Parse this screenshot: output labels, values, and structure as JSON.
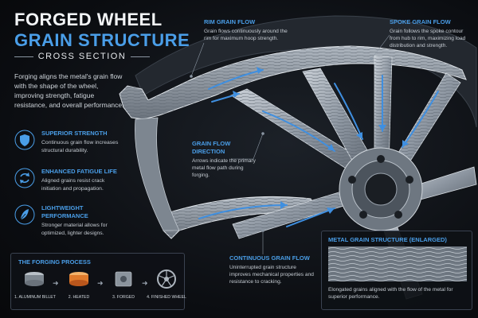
{
  "header": {
    "title_line1": "FORGED WHEEL",
    "title_line2": "GRAIN STRUCTURE",
    "subtitle": "CROSS SECTION"
  },
  "intro": "Forging aligns the metal's grain flow with the shape of the wheel, improving strength, fatigue resistance, and overall performance.",
  "benefits": [
    {
      "icon": "shield-icon",
      "title": "SUPERIOR STRENGTH",
      "desc": "Continuous grain flow increases structural durability."
    },
    {
      "icon": "cycle-arrows-icon",
      "title": "ENHANCED FATIGUE LIFE",
      "desc": "Aligned grains resist crack initiation and propagation."
    },
    {
      "icon": "feather-icon",
      "title": "LIGHTWEIGHT PERFORMANCE",
      "desc": "Stronger material allows for optimized, lighter designs."
    }
  ],
  "callouts": {
    "rim": {
      "title": "RIM GRAIN FLOW",
      "desc": "Grain flows continuously around the rim for maximum hoop strength."
    },
    "spoke": {
      "title": "SPOKE GRAIN FLOW",
      "desc": "Grain follows the spoke contour from hub to rim, maximizing load distribution and strength."
    },
    "direction": {
      "title": "GRAIN FLOW DIRECTION",
      "desc": "Arrows indicate the primary metal flow path during forging."
    },
    "continuous": {
      "title": "CONTINUOUS GRAIN FLOW",
      "desc": "Uninterrupted grain structure improves mechanical properties and resistance to cracking."
    }
  },
  "process": {
    "title": "THE FORGING PROCESS",
    "steps": [
      {
        "label": "1. ALUMINUM BILLET"
      },
      {
        "label": "2. HEATED"
      },
      {
        "label": "3. FORGED"
      },
      {
        "label": "4. FINISHED WHEEL"
      }
    ]
  },
  "metal_grain": {
    "title": "METAL GRAIN STRUCTURE (ENLARGED)",
    "desc": "Elongated grains aligned with the flow of the metal for superior performance."
  },
  "colors": {
    "accent": "#4a9ee8",
    "metal": "#9aa3ad",
    "background": "#0a0c10"
  }
}
